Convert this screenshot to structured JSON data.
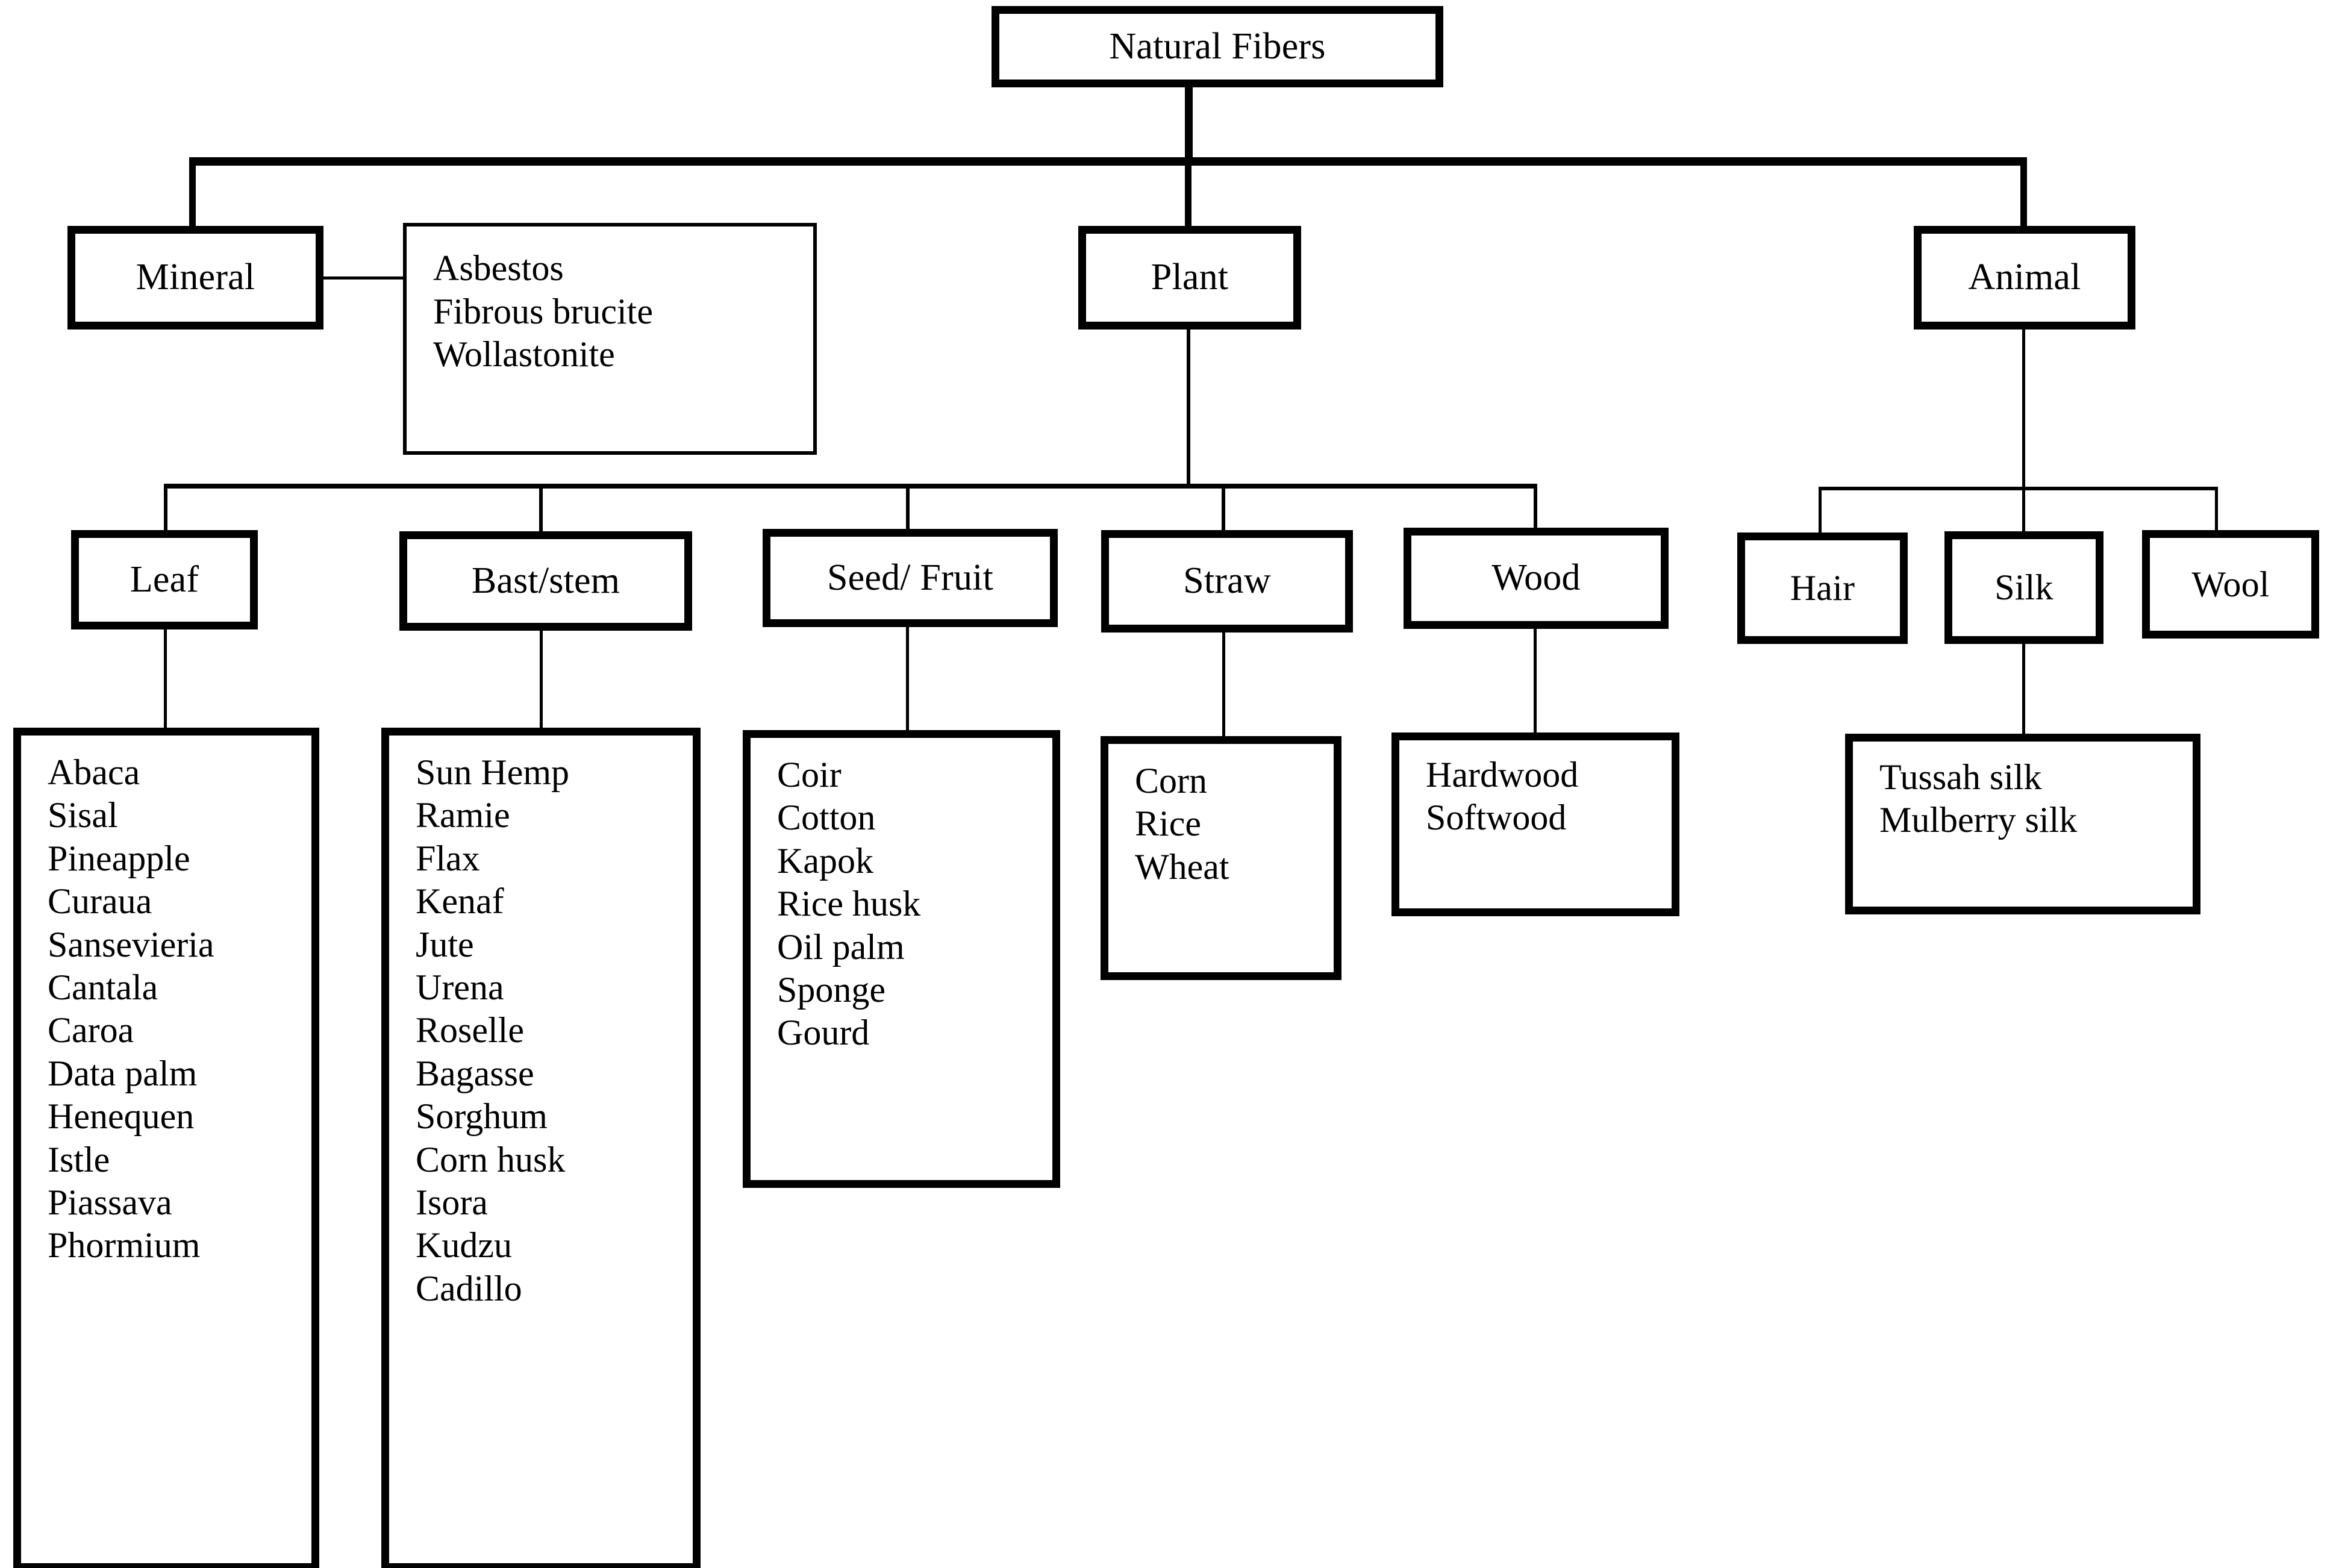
{
  "diagram": {
    "title": "Natural Fibers",
    "root": {
      "label": "Natural Fibers"
    },
    "branches": {
      "mineral": {
        "label": "Mineral"
      },
      "plant": {
        "label": "Plant"
      },
      "animal": {
        "label": "Animal"
      }
    },
    "mineral_items": [
      "Asbestos",
      "Fibrous brucite",
      "Wollastonite"
    ],
    "plant_categories": {
      "leaf": {
        "label": "Leaf"
      },
      "bast": {
        "label": "Bast/stem"
      },
      "seed": {
        "label": "Seed/ Fruit"
      },
      "straw": {
        "label": "Straw"
      },
      "wood": {
        "label": "Wood"
      }
    },
    "animal_categories": {
      "hair": {
        "label": "Hair"
      },
      "silk": {
        "label": "Silk"
      },
      "wool": {
        "label": "Wool"
      }
    },
    "leaf_items": [
      "Abaca",
      "Sisal",
      "Pineapple",
      "Curaua",
      "Sansevieria",
      "Cantala",
      "Caroa",
      "Data palm",
      "Henequen",
      "Istle",
      "Piassava",
      "Phormium"
    ],
    "bast_items": [
      "Sun Hemp",
      "Ramie",
      "Flax",
      "Kenaf",
      "Jute",
      "Urena",
      "Roselle",
      "Bagasse",
      "Sorghum",
      "Corn husk",
      "Isora",
      "Kudzu",
      "Cadillo"
    ],
    "seed_items": [
      "Coir",
      "Cotton",
      "Kapok",
      "Rice husk",
      "Oil palm",
      "Sponge",
      "Gourd"
    ],
    "straw_items": [
      "Corn",
      "Rice",
      "Wheat"
    ],
    "wood_items": [
      "Hardwood",
      "Softwood"
    ],
    "silk_items": [
      "Tussah silk",
      "Mulberry silk"
    ],
    "colors": {
      "background": "#ffffff",
      "stroke": "#000000",
      "text": "#000000"
    }
  }
}
